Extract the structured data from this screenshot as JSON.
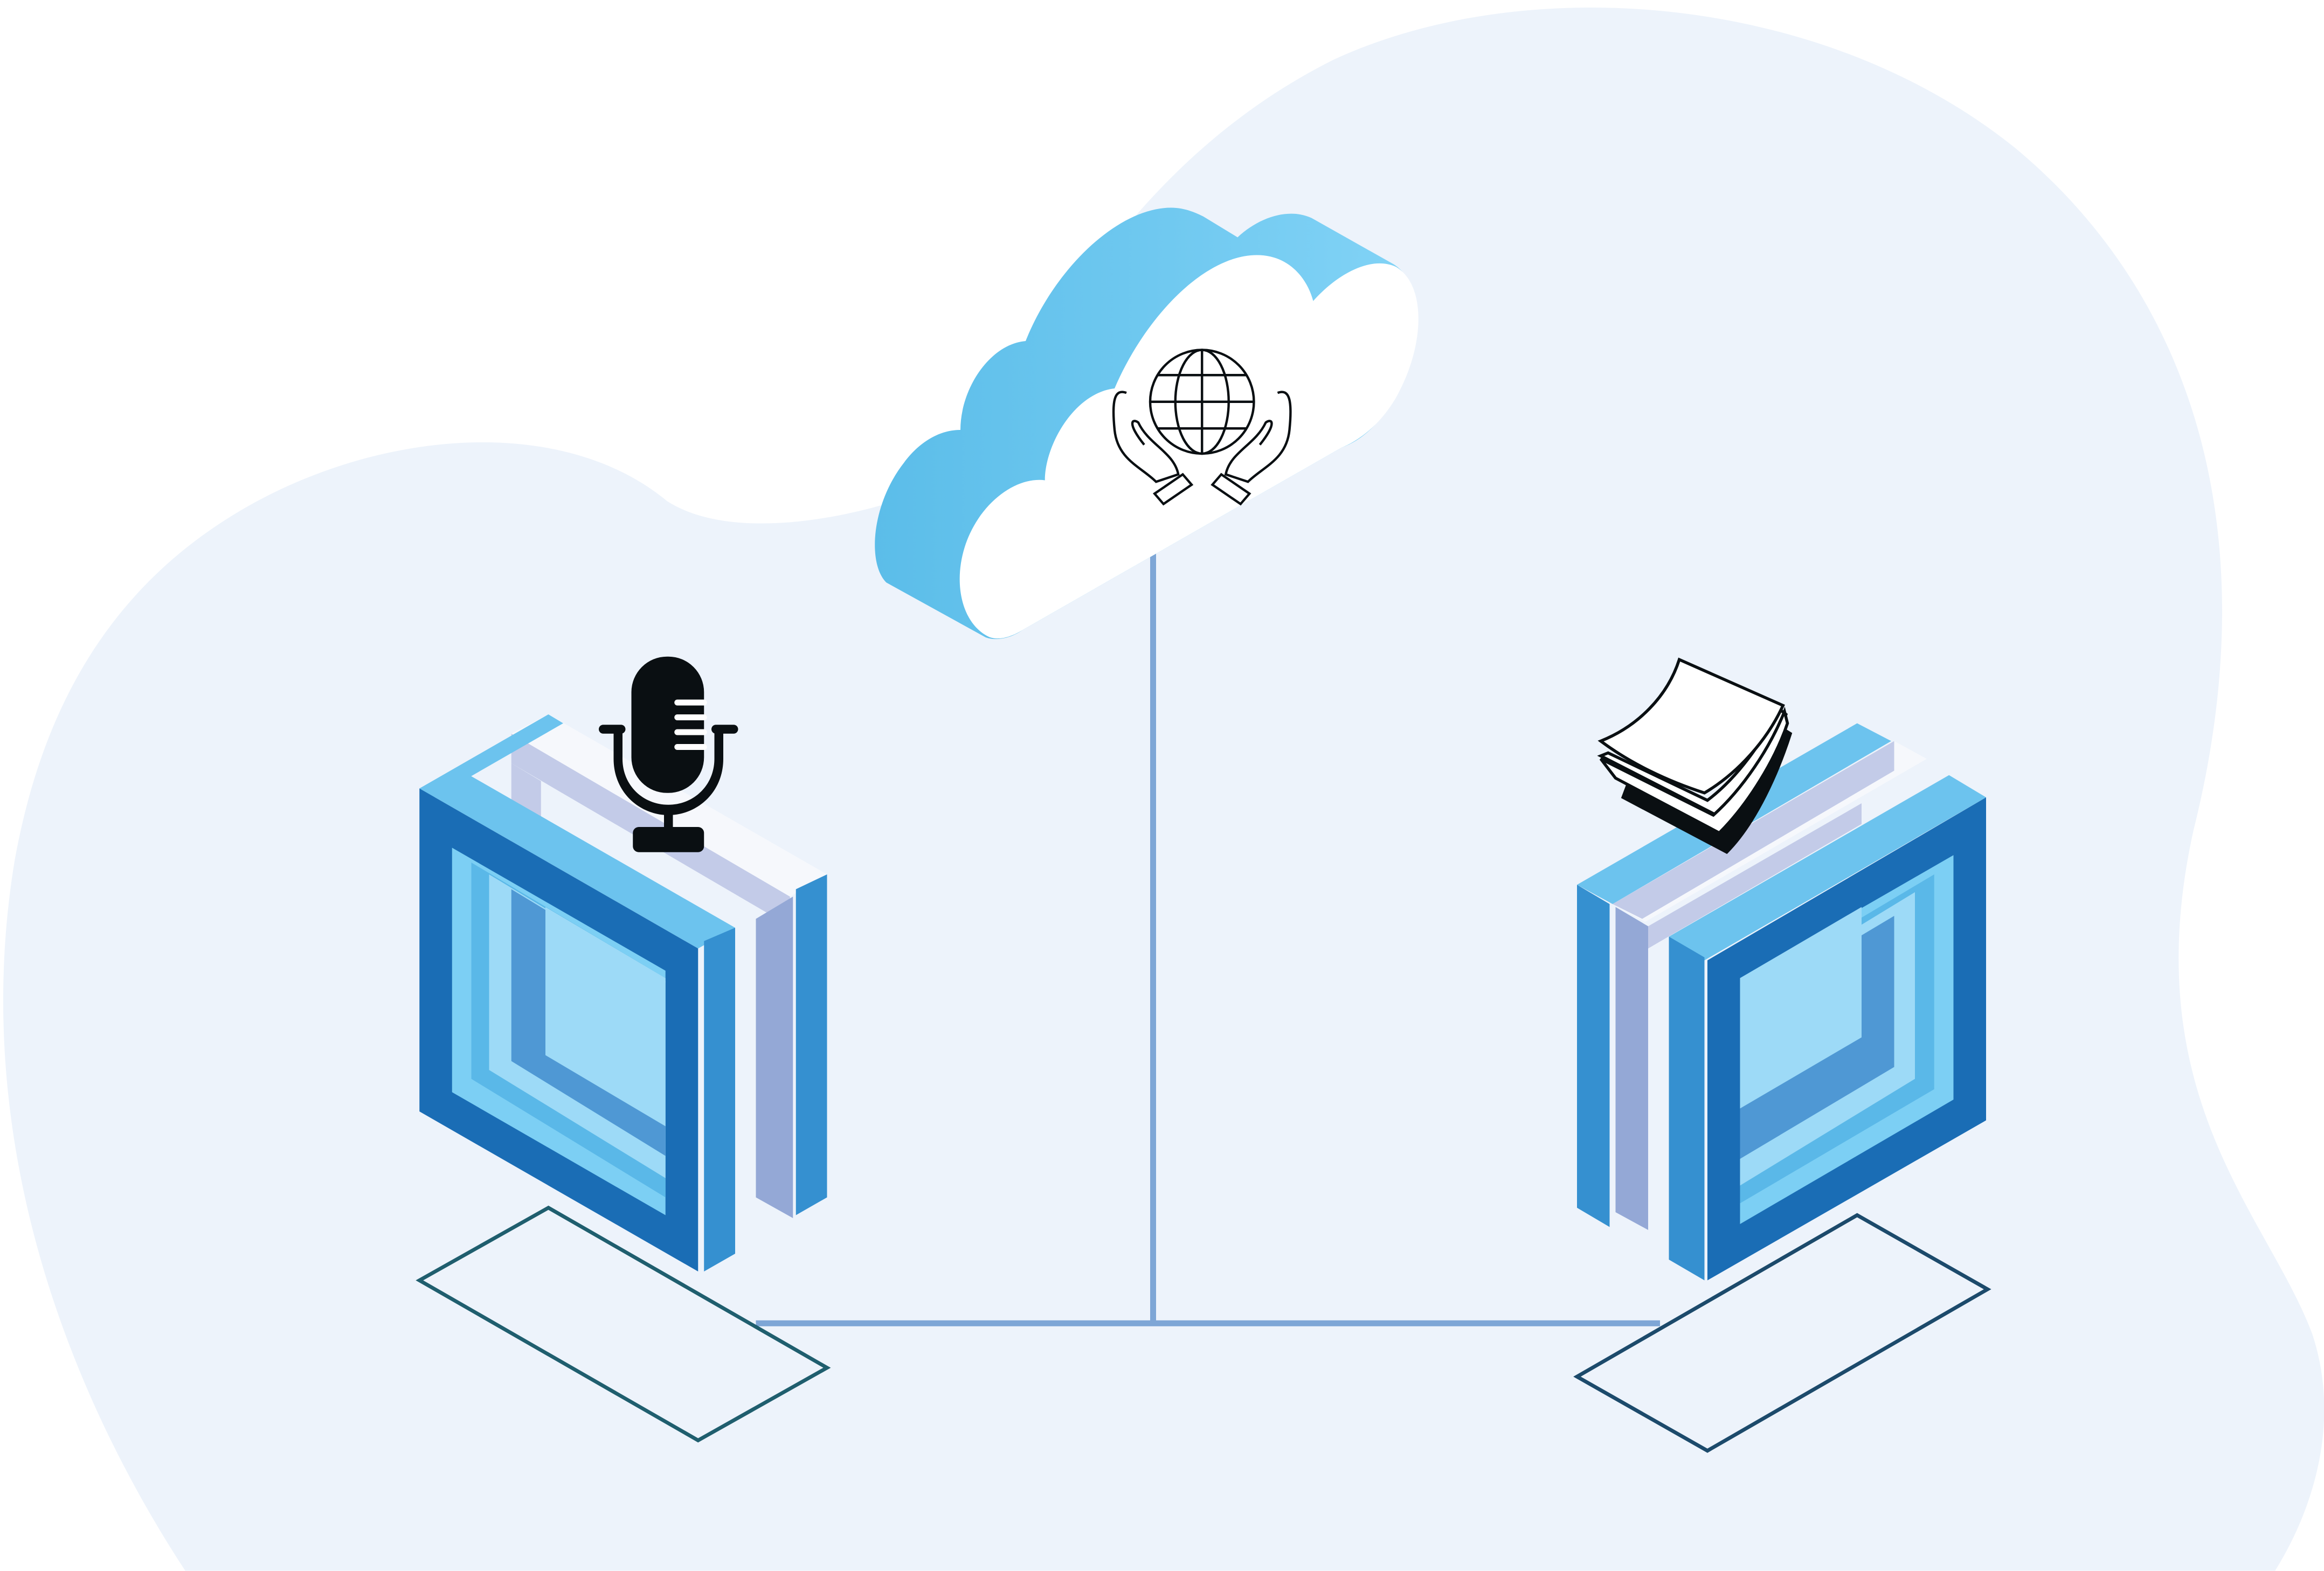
{
  "scene": {
    "description_type": "isometric cloud network illustration",
    "nodes": [
      {
        "id": "cloud",
        "icon": "globe-in-hands-icon"
      },
      {
        "id": "left-server",
        "icon": "microphone-icon"
      },
      {
        "id": "right-server",
        "icon": "book-stack-icon"
      }
    ],
    "connections": [
      [
        "cloud",
        "left-server"
      ],
      [
        "cloud",
        "right-server"
      ]
    ]
  },
  "colors": {
    "background_blob": "#edf3fb",
    "cloud_side_start": "#5bbde9",
    "cloud_side_end": "#82d3f6",
    "cloud_front": "#ffffff",
    "connector": "#7ea6d6",
    "server_dark": "#1a6db5",
    "server_mid": "#3590d0",
    "server_light": "#6cc3ee",
    "server_inner": "#9ddaf7",
    "server_lavender": "#c3cbe8",
    "server_purple": "#94a8d6",
    "platform_outline_left": "#1f5e6e",
    "platform_outline_right": "#1c4a6b",
    "icon_ink": "#0a0f12"
  }
}
